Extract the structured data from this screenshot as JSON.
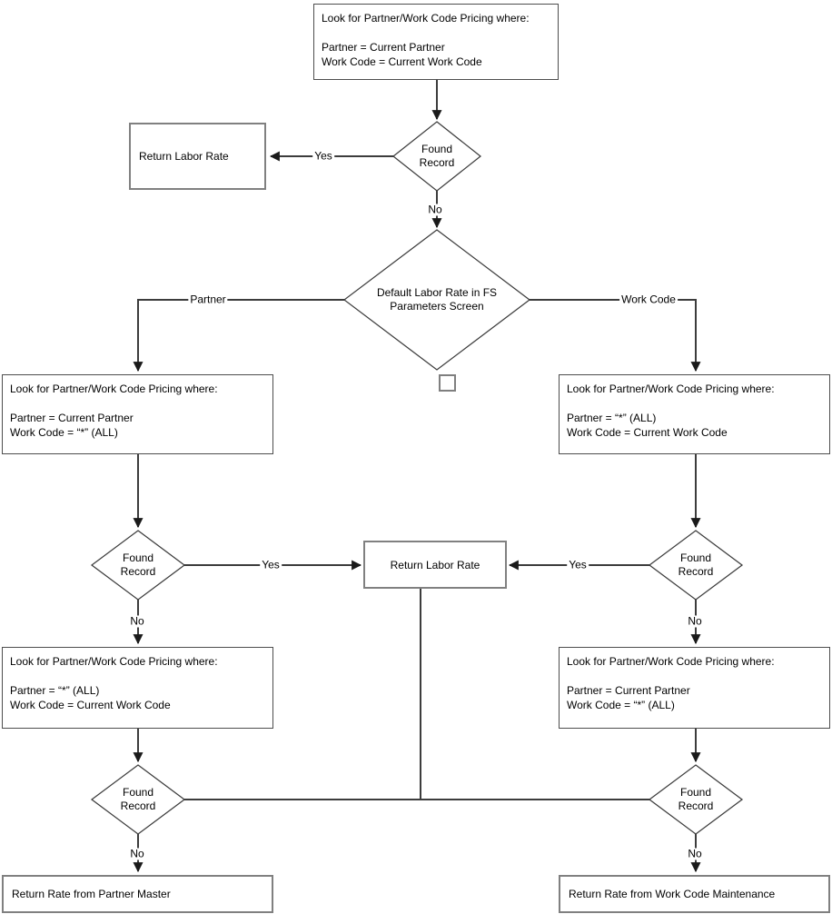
{
  "nodes": {
    "start_lookup": {
      "title": "Look for Partner/Work Code Pricing where:",
      "cond1": "Partner = Current Partner",
      "cond2": "Work Code = Current Work Code"
    },
    "found_record_top": {
      "label": "Found\nRecord"
    },
    "return_labor_rate_left": {
      "label": "Return Labor Rate"
    },
    "default_labor_rate_decision": {
      "label": "Default Labor Rate in FS\nParameters Screen"
    },
    "lookup_current_partner_all_workcode": {
      "title": "Look for Partner/Work Code Pricing where:",
      "cond1": "Partner = Current Partner",
      "cond2": "Work Code = “*” (ALL)"
    },
    "lookup_all_partner_current_workcode": {
      "title": "Look for Partner/Work Code Pricing where:",
      "cond1": "Partner = “*” (ALL)",
      "cond2": "Work Code = Current Work Code"
    },
    "found_record_mid_left": {
      "label": "Found\nRecord"
    },
    "found_record_mid_right": {
      "label": "Found\nRecord"
    },
    "return_labor_rate_center": {
      "label": "Return Labor Rate"
    },
    "lookup_all_partner_current_workcode_2": {
      "title": "Look for Partner/Work Code Pricing where:",
      "cond1": "Partner = “*” (ALL)",
      "cond2": "Work Code = Current Work Code"
    },
    "lookup_current_partner_all_workcode_2": {
      "title": "Look for Partner/Work Code Pricing where:",
      "cond1": "Partner = Current Partner",
      "cond2": "Work Code = “*” (ALL)"
    },
    "found_record_bottom_left": {
      "label": "Found\nRecord"
    },
    "found_record_bottom_right": {
      "label": "Found\nRecord"
    },
    "return_partner_master": {
      "label": "Return Rate from Partner Master"
    },
    "return_workcode_maintenance": {
      "label": "Return Rate from Work Code Maintenance"
    }
  },
  "edges": {
    "yes": "Yes",
    "no": "No",
    "partner": "Partner",
    "work_code": "Work Code"
  },
  "colors": {
    "background": "#ffffff",
    "text": "#000000",
    "connector_line": "#3c3c3c",
    "arrowhead": "#1a1a1a",
    "process_border": "#4d4d4d",
    "terminal_border": "#808080",
    "diamond_stroke": "#3c3c3c"
  }
}
